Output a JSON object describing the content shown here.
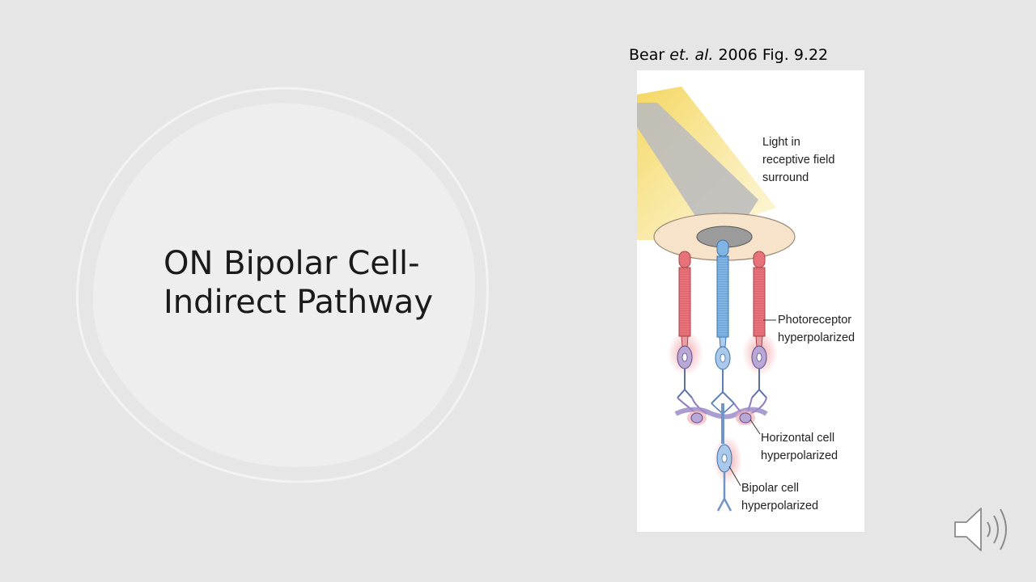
{
  "slide": {
    "title_line1": "ON Bipolar Cell-",
    "title_line2": "Indirect Pathway"
  },
  "citation": {
    "author": "Bear",
    "etal": "et. al.",
    "rest": "2006 Fig. 9.22"
  },
  "figure": {
    "labels": {
      "light_line1": "Light in",
      "light_line2": "receptive field",
      "light_line3": "surround",
      "photoreceptor_line1": "Photoreceptor",
      "photoreceptor_line2": "hyperpolarized",
      "horizontal_line1": "Horizontal cell",
      "horizontal_line2": "hyperpolarized",
      "bipolar_line1": "Bipolar cell",
      "bipolar_line2": "hyperpolarized"
    }
  },
  "colors": {
    "background": "#e7e6e6",
    "hyperpolarized_red": "#e8727a",
    "cone_blue": "#7fb4e3",
    "horizontal_purple": "#b9a8d6",
    "light_yellow": "#f6df75"
  },
  "icons": {
    "audio": "speaker-icon"
  }
}
